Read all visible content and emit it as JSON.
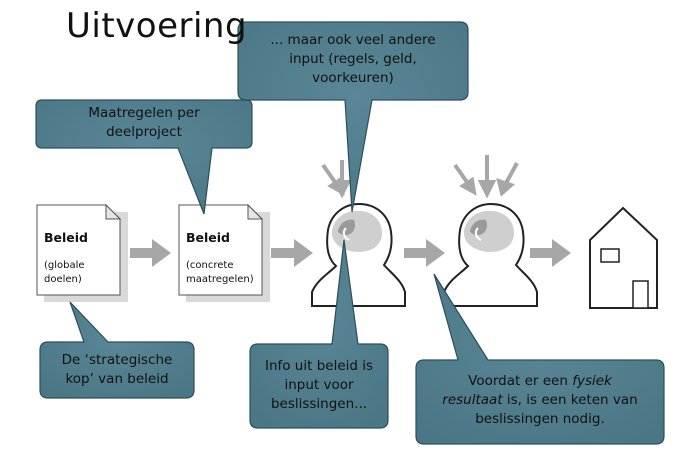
{
  "title": "Uitvoering",
  "documents": [
    {
      "label": "Beleid",
      "sub1": "(globale",
      "sub2": "doelen)"
    },
    {
      "label": "Beleid",
      "sub1": "(concrete",
      "sub2": "maatregelen)"
    }
  ],
  "callouts": {
    "maatregelen": {
      "line1": "Maatregelen per",
      "line2": "deelproject"
    },
    "andere_input": {
      "line1": "... maar ook veel andere",
      "line2": "input (regels, geld,",
      "line3": "voorkeuren)"
    },
    "strategische_kop": {
      "line1": "De ‘strategische",
      "line2": "kop’ van beleid"
    },
    "info": {
      "line1": "Info uit beleid is",
      "line2": "input voor",
      "line3": "beslissingen..."
    },
    "keten": {
      "line1_pre": "Voordat er een ",
      "line1_em": "fysiek",
      "line2_em": "resultaat",
      "line2_post": " is, is een keten van",
      "line3": "beslissingen nodig."
    }
  },
  "colors": {
    "callout_fill": "#4f7d8d",
    "callout_stroke": "#2d4f5a",
    "arrow": "#a7a7a7",
    "head_fill": "#cfcfcf",
    "brain": "#9a9a9a"
  },
  "icons": [
    "document-icon",
    "document-icon",
    "head-icon",
    "head-icon",
    "house-icon"
  ]
}
